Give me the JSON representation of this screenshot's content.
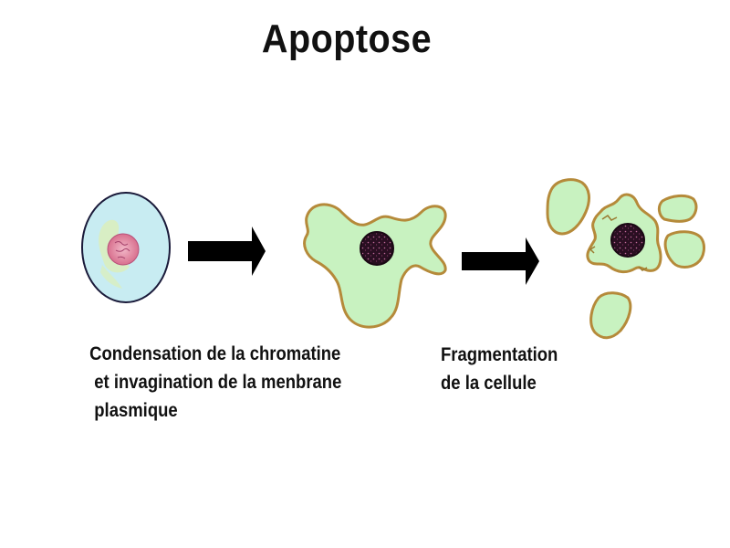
{
  "title": "Apoptose",
  "captions": {
    "condensation": " Condensation de la chromatine\n  et invagination de la menbrane\n  plasmique",
    "fragmentation": "Fragmentation\nde la cellule"
  },
  "stages": [
    {
      "name": "normal-cell"
    },
    {
      "name": "condensed-cell"
    },
    {
      "name": "fragmented-cell"
    }
  ],
  "colors": {
    "normal_cytoplasm": "#c8ecf2",
    "normal_membrane": "#1a1a3a",
    "normal_nucleus": "#e89ab0",
    "blebbing_cytoplasm": "#c8f2c0",
    "blebbing_membrane": "#b58a3a",
    "condensed_nucleus": "#2a0f22",
    "arrow": "#000000",
    "text": "#111111"
  }
}
